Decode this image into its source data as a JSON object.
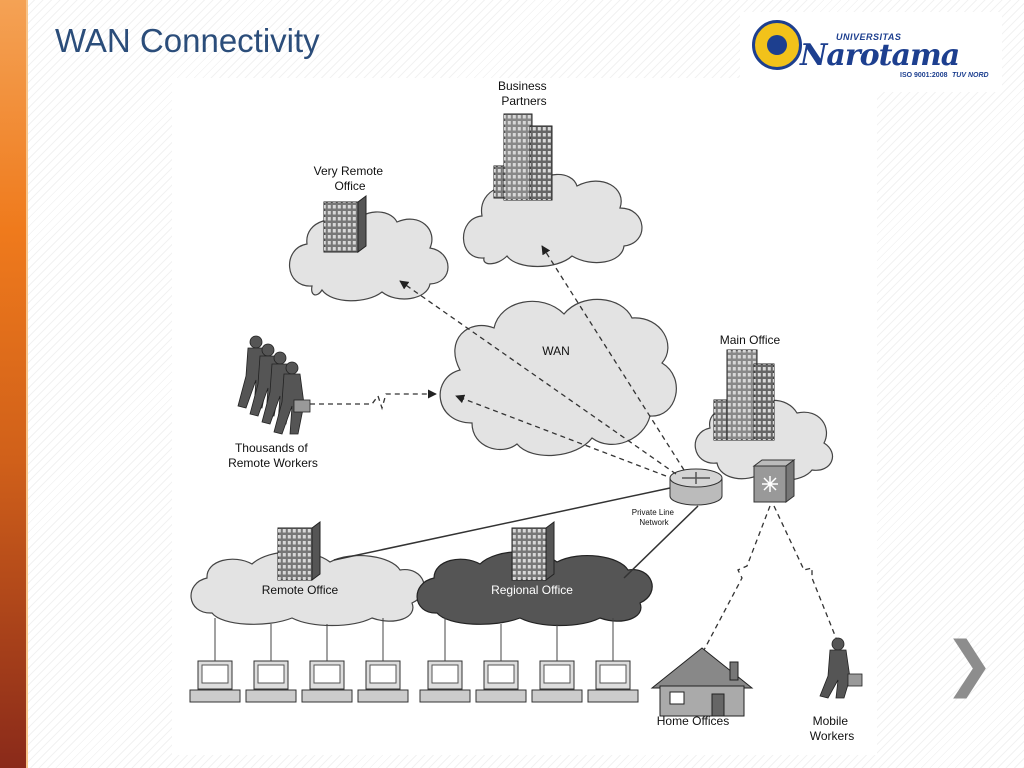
{
  "slide": {
    "title": "WAN Connectivity"
  },
  "logo": {
    "small_text": "UNIVERSITAS",
    "name": "Narotama",
    "iso_text": "ISO 9001:2008",
    "tuv_text": "TUV NORD"
  },
  "diagram": {
    "nodes": {
      "business_partners": [
        "Business",
        "Partners"
      ],
      "very_remote_office": [
        "Very Remote",
        "Office"
      ],
      "wan": "WAN",
      "main_office": "Main Office",
      "remote_workers": [
        "Thousands of",
        "Remote Workers"
      ],
      "private_line": [
        "Private Line",
        "Network"
      ],
      "remote_office": "Remote Office",
      "regional_office": "Regional Office",
      "home_offices": "Home Offices",
      "mobile_workers": [
        "Mobile",
        "Workers"
      ]
    }
  },
  "navigation": {
    "next_glyph": "❯"
  }
}
